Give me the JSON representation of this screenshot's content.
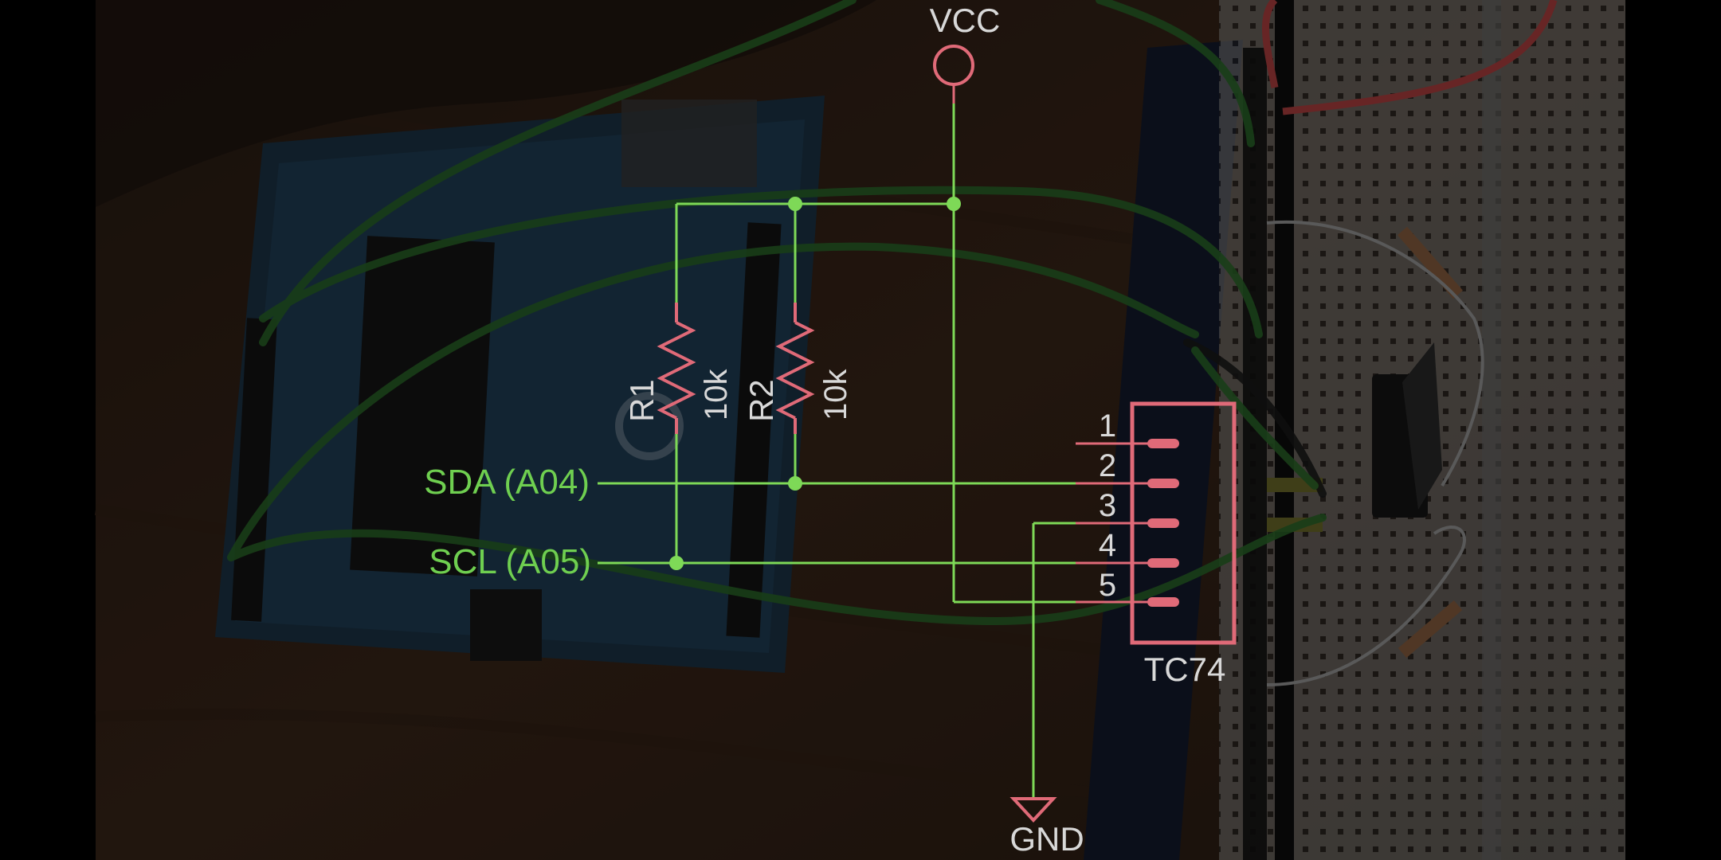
{
  "labels": {
    "vcc": "VCC",
    "gnd": "GND",
    "r1_name": "R1",
    "r1_value": "10k",
    "r2_name": "R2",
    "r2_value": "10k",
    "sda": "SDA (A04)",
    "scl": "SCL (A05)",
    "chip": "TC74",
    "pins": [
      "1",
      "2",
      "3",
      "4",
      "5"
    ]
  },
  "colors": {
    "wire": "#7ed957",
    "part": "#e06a78",
    "text_light": "#d8d8d8",
    "text_green": "#6fcf50"
  },
  "icons": [
    "vcc-symbol-icon",
    "ground-symbol-icon",
    "resistor-icon",
    "ic-package-icon"
  ]
}
